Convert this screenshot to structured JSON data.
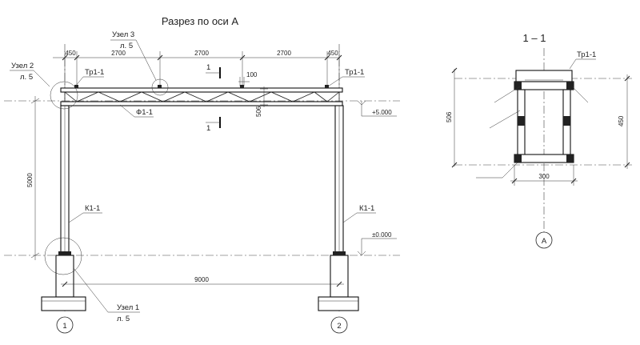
{
  "title": "Разрез по оси А",
  "section_title": "1 – 1",
  "dimensions": {
    "edge_left": "450",
    "span_1": "2700",
    "span_2": "2700",
    "span_3": "2700",
    "edge_right": "450",
    "truss_height": "506",
    "small": "100",
    "column_height": "5000",
    "total_span": "9000",
    "section_height_outer": "506",
    "section_height_inner": "450",
    "section_width": "300"
  },
  "levels": {
    "top": "+5.000",
    "ground": "±0.000"
  },
  "labels": {
    "node2": "Узел 2",
    "node2_sheet": "л. 5",
    "node3": "Узел 3",
    "node3_sheet": "л. 5",
    "node1": "Узел 1",
    "node1_sheet": "л. 5",
    "tr_left": "Тр1-1",
    "tr_right": "Тр1-1",
    "tr_section": "Тр1-1",
    "f1": "Ф1-1",
    "k_left": "К1-1",
    "k_right": "К1-1",
    "cut_mark_top": "1",
    "cut_mark_bottom": "1"
  },
  "axes": {
    "axis_1": "1",
    "axis_2": "2",
    "axis_a": "А"
  }
}
